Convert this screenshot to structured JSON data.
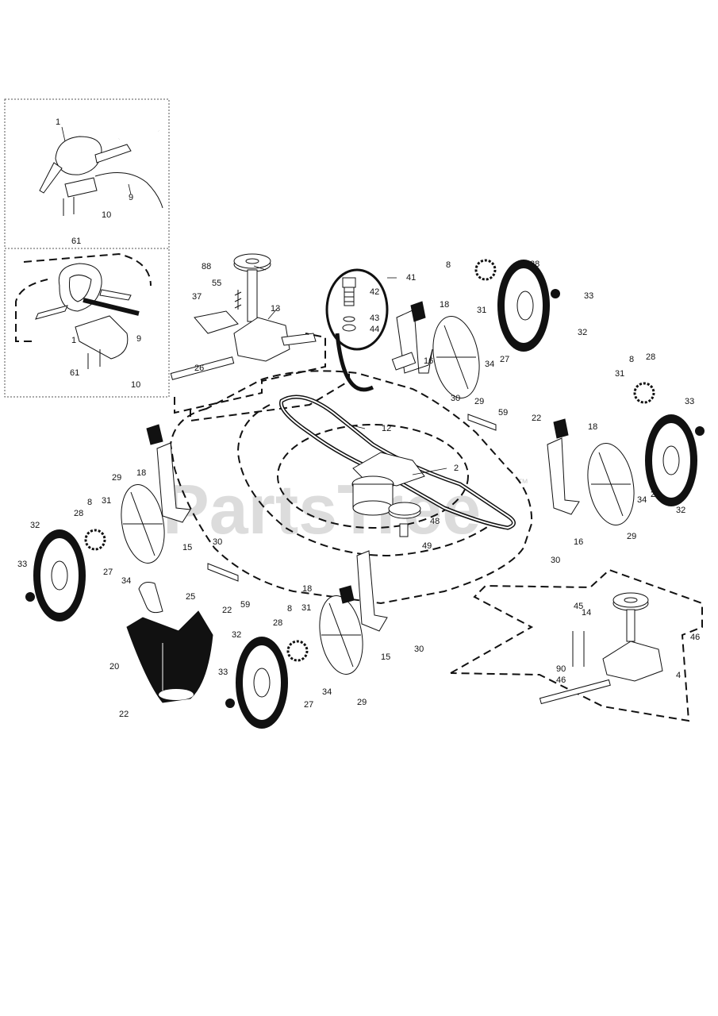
{
  "watermark": {
    "text": "PartsTree",
    "trademark": "™"
  },
  "callouts": {
    "c1a": "1",
    "c9a": "9",
    "c10a": "10",
    "c61a": "61",
    "c1b": "1",
    "c9b": "9",
    "c10b": "10",
    "c61b": "61",
    "c88": "88",
    "c55": "55",
    "c37": "37",
    "c13": "13",
    "c26": "26",
    "c41": "41",
    "c42": "42",
    "c43": "43",
    "c44": "44",
    "c8a": "8",
    "c28a": "28",
    "c31a": "31",
    "c33a": "33",
    "c32a": "32",
    "c18a": "18",
    "c16a": "16",
    "c34a": "34",
    "c27a": "27",
    "c30a": "30",
    "c29a": "29",
    "c59a": "59",
    "c22a": "22",
    "c8b": "8",
    "c28b": "28",
    "c31b": "31",
    "c33b": "33",
    "c18b": "18",
    "c34b": "34",
    "c27b": "27",
    "c32b": "32",
    "c16b": "16",
    "c29b": "29",
    "c30b": "30",
    "c12": "12",
    "c2": "2",
    "c48": "48",
    "c49": "49",
    "c18c": "18",
    "c29c": "29",
    "c8c": "8",
    "c31c": "31",
    "c28c": "28",
    "c32c": "32",
    "c33c": "33",
    "c27c": "27",
    "c34c": "34",
    "c15a": "15",
    "c30c": "30",
    "c25": "25",
    "c59b": "59",
    "c22b": "22",
    "c20": "20",
    "c22c": "22",
    "c18d": "18",
    "c28d": "28",
    "c8d": "8",
    "c31d": "31",
    "c32d": "32",
    "c33d": "33",
    "c27d": "27",
    "c34d": "34",
    "c29d": "29",
    "c15b": "15",
    "c30d": "30",
    "c14": "14",
    "c45": "45",
    "c46a": "46",
    "c90": "90",
    "c46b": "46",
    "c4": "4"
  }
}
